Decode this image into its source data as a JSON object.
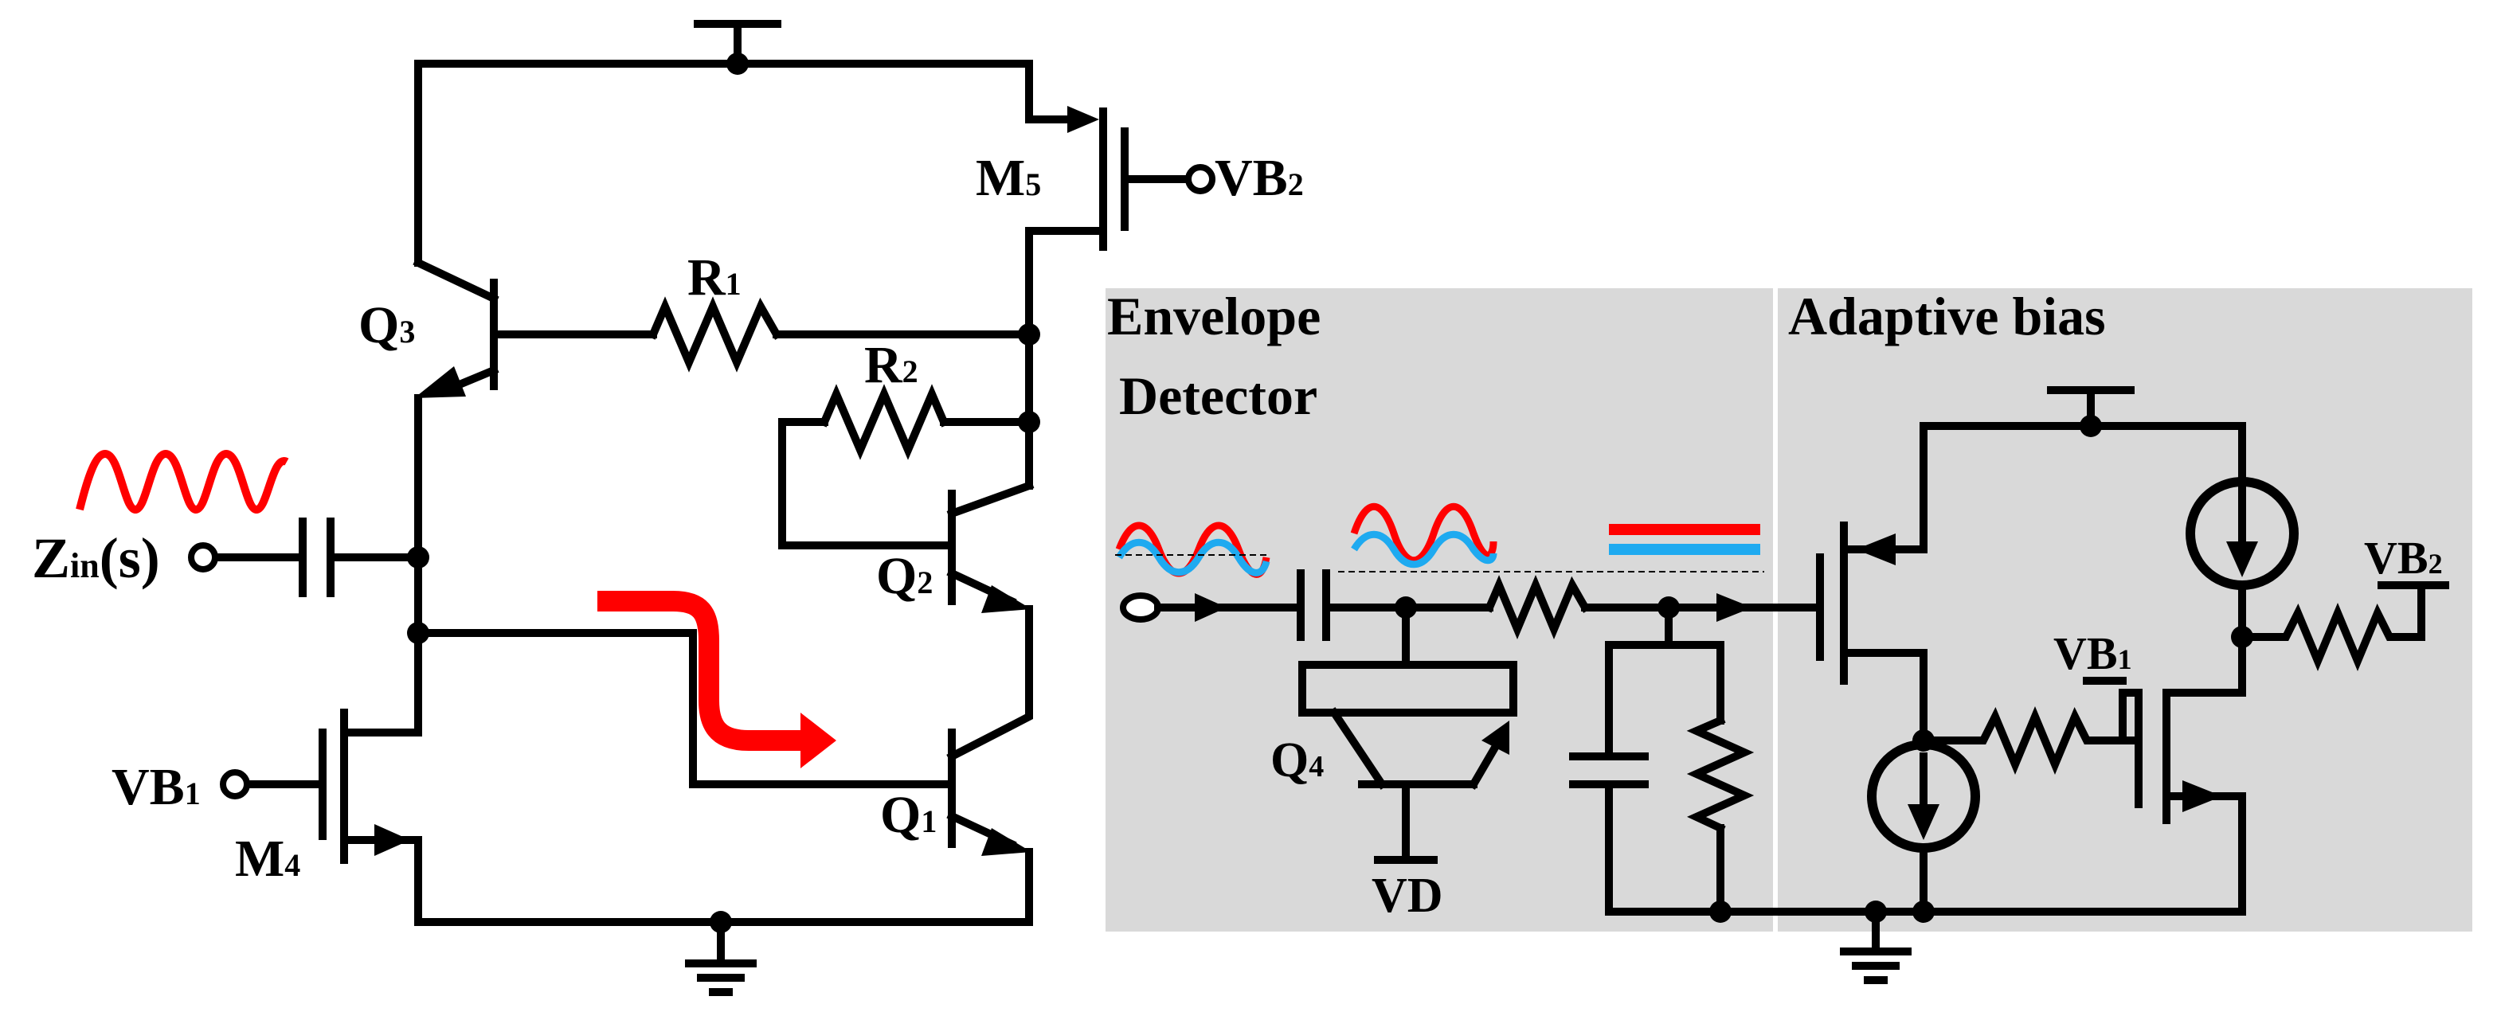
{
  "sections": {
    "envelope_detector": {
      "title_line1": "Envelope",
      "title_line2": "Detector"
    },
    "adaptive_bias": {
      "title": "Adaptive bias"
    }
  },
  "labels": {
    "r1": "R",
    "r1_sub": "1",
    "r2": "R",
    "r2_sub": "2",
    "q1": "Q",
    "q1_sub": "1",
    "q2": "Q",
    "q2_sub": "2",
    "q3": "Q",
    "q3_sub": "3",
    "q4": "Q",
    "q4_sub": "4",
    "m4": "M",
    "m4_sub": "4",
    "m5": "M",
    "m5_sub": "5",
    "vb1_left": "VB",
    "vb1_left_sub": "1",
    "vb2_top": "VB",
    "vb2_top_sub": "2",
    "zin_main": "Z",
    "zin_sub": "in",
    "zin_tail": "(s)",
    "vd": "VD",
    "vb1_right": "VB",
    "vb1_right_sub": "1",
    "vb2_right": "VB",
    "vb2_right_sub": "2"
  },
  "colors": {
    "wire": "#000000",
    "signal_red": "#ff0000",
    "signal_blue": "#1eaaf0",
    "panel_gray": "#d9d9d9",
    "background": "#ffffff"
  },
  "icons": [
    "ground-icon",
    "supply-icon",
    "resistor-icon",
    "capacitor-icon",
    "bjt-icon",
    "mosfet-icon",
    "current-source-icon",
    "sine-wave-icon",
    "current-flow-arrow-icon"
  ]
}
